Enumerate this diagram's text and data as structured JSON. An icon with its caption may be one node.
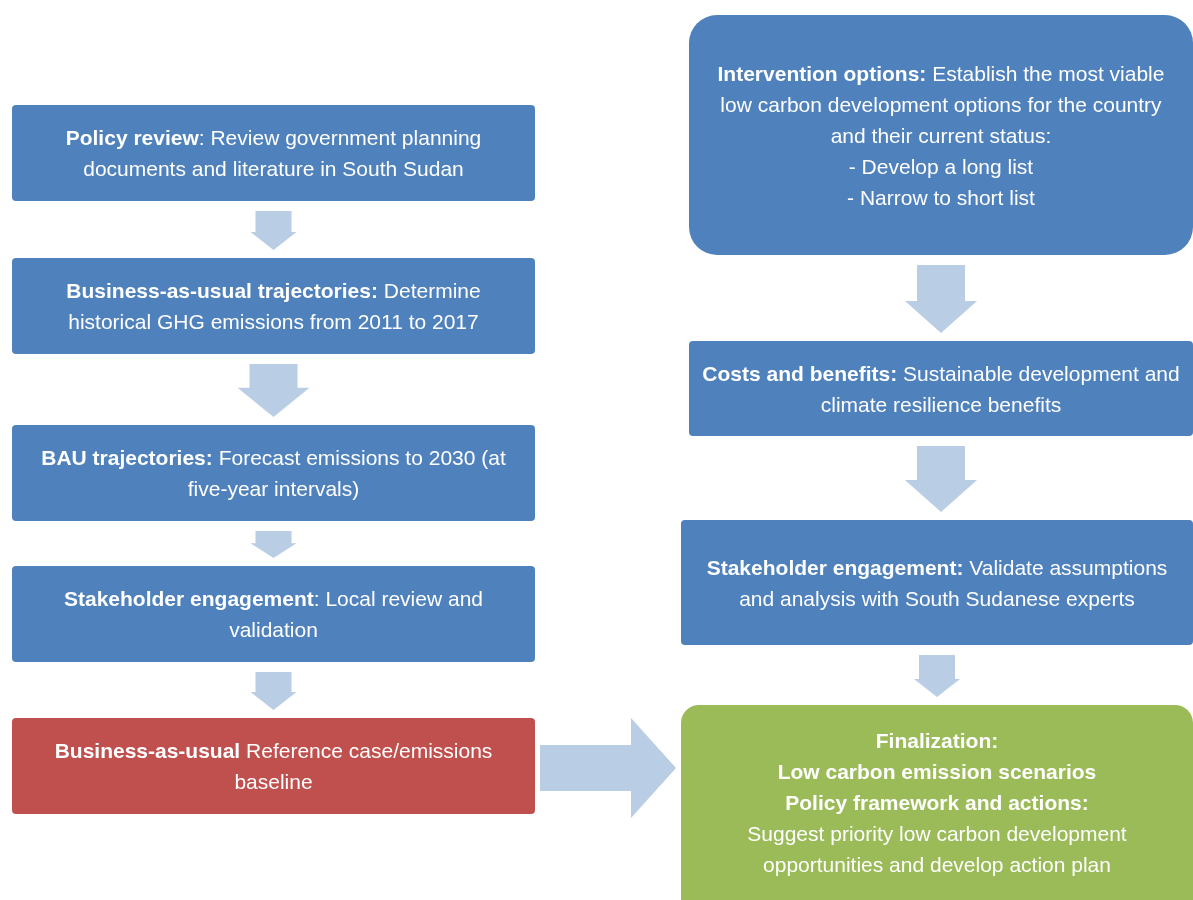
{
  "diagram": {
    "nodes": [
      {
        "text": [
          "**Policy review**: Review government planning documents and literature in South Sudan"
        ]
      },
      {
        "text": [
          "**Business-as-usual trajectories:** Determine historical GHG emissions from 2011 to 2017"
        ]
      },
      {
        "text": [
          "**BAU trajectories:** Forecast emissions to 2030 (at five-year intervals)"
        ]
      },
      {
        "text": [
          "**Stakeholder engagement**: Local review and validation"
        ]
      },
      {
        "text": [
          "**Business-as-usual** Reference case/emissions baseline"
        ]
      },
      {
        "text": [
          "**Intervention options:** Establish the most viable low carbon development options for the country and their current status:",
          "- Develop a long list",
          "- Narrow to short list"
        ]
      },
      {
        "text": [
          "**Costs and benefits:** Sustainable development and climate resilience benefits"
        ]
      },
      {
        "text": [
          "**Stakeholder engagement:** Validate assumptions and analysis with South Sudanese experts"
        ]
      },
      {
        "text": [
          "Finalization:",
          "Low carbon emission scenarios",
          "Policy framework and actions:",
          "Suggest priority low carbon development opportunities and develop action plan"
        ]
      }
    ],
    "edges": [
      {
        "from": 0,
        "to": 1,
        "arrow": "to"
      },
      {
        "from": 1,
        "to": 2,
        "arrow": "to"
      },
      {
        "from": 2,
        "to": 3,
        "arrow": "to"
      },
      {
        "from": 3,
        "to": 4,
        "arrow": "to"
      },
      {
        "from": 4,
        "to": 8,
        "arrow": "to"
      },
      {
        "from": 5,
        "to": 6,
        "arrow": "to"
      },
      {
        "from": 6,
        "to": 7,
        "arrow": "to"
      },
      {
        "from": 7,
        "to": 8,
        "arrow": "to"
      }
    ]
  }
}
